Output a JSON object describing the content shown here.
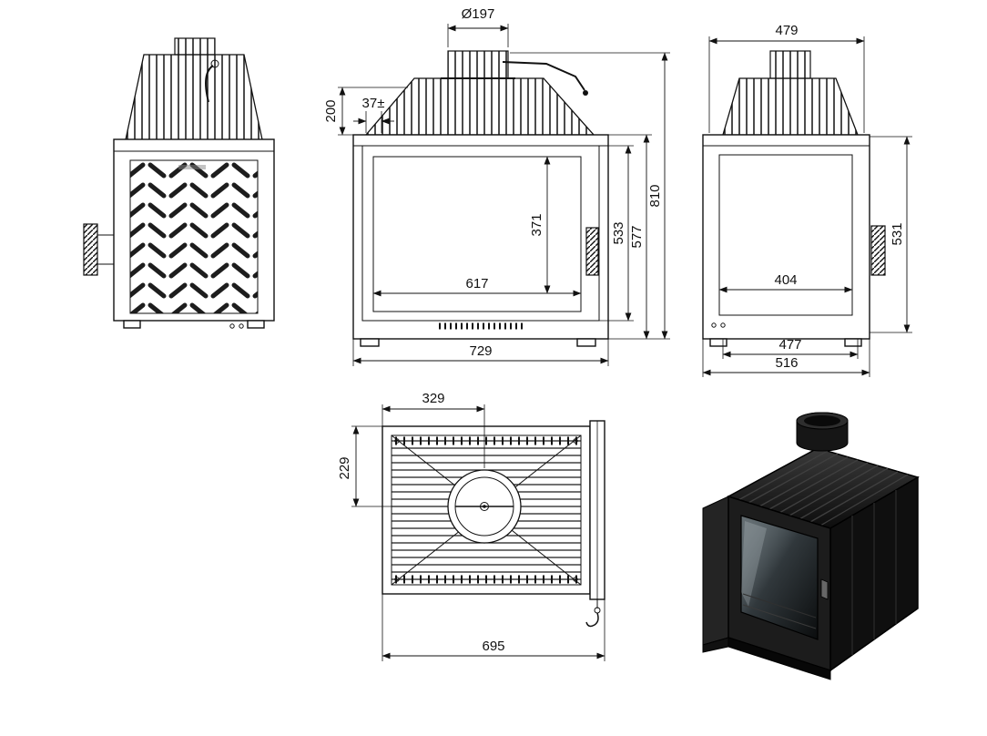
{
  "drawing": {
    "front_view": {
      "flue_diameter": "Ø197",
      "collar_height": "200",
      "flue_offset": "37±",
      "glass_height": "371",
      "firebox_height": "533",
      "body_height": "577",
      "total_height": "810",
      "glass_width": "617",
      "overall_width": "729"
    },
    "side_view": {
      "top_depth": "479",
      "glass_depth": "404",
      "body_height": "531",
      "inner_depth": "477",
      "overall_depth": "516"
    },
    "top_view": {
      "flue_offset_x": "329",
      "flue_offset_y": "229",
      "overall_width": "695"
    }
  }
}
